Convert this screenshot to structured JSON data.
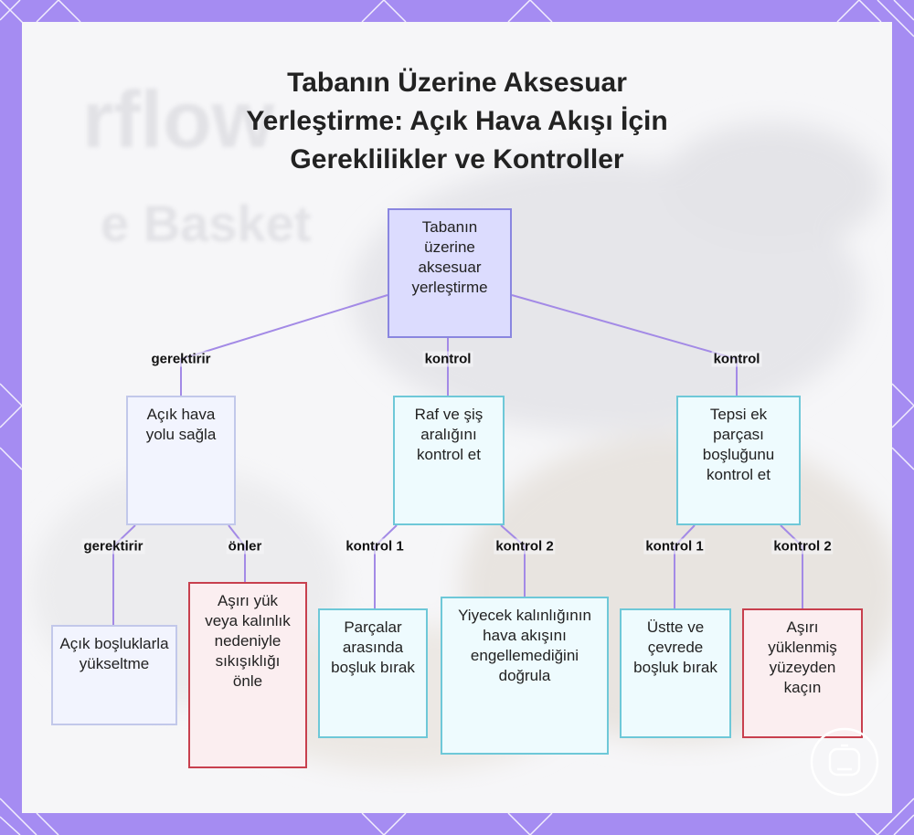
{
  "title": {
    "line1": "Tabanın Üzerine Aksesuar",
    "line2": "Yerleştirme: Açık Hava Akışı İçin",
    "line3": "Gereklilikler ve Kontroller"
  },
  "background_text": [
    "rflow",
    "e Basket"
  ],
  "nodes": {
    "root": "Tabanın üzerine aksesuar yerleştirme",
    "airflow": "Açık hava yolu sağla",
    "rack_gap": "Raf ve şiş aralığını kontrol et",
    "tray_gap": "Tepsi ek parçası boşluğunu kontrol et",
    "raise": "Açık boşluklarla yükseltme",
    "prevent": "Aşırı yük veya kalınlık nedeniyle sıkışıklığı önle",
    "leave_between": "Parçalar arasında boşluk bırak",
    "verify_thickness": "Yiyecek kalınlığının hava akışını engellemediğini doğrula",
    "leave_around": "Üstte ve çevrede boşluk bırak",
    "avoid_overload": "Aşırı yüklenmiş yüzeyden kaçın"
  },
  "edges": {
    "root_airflow": "gerektirir",
    "root_rack": "kontrol",
    "root_tray": "kontrol",
    "airflow_raise": "gerektirir",
    "airflow_prevent": "önler",
    "rack_1": "kontrol 1",
    "rack_2": "kontrol 2",
    "tray_1": "kontrol 1",
    "tray_2": "kontrol 2"
  },
  "colors": {
    "frame": "#a58cf2",
    "edge": "#a38ae6",
    "root_fill": "#dcdcfe",
    "blue_border": "#6ec8d8",
    "red_border": "#c8404e"
  },
  "icons": [
    "frame-diamond-decoration",
    "logo-badge-icon"
  ]
}
